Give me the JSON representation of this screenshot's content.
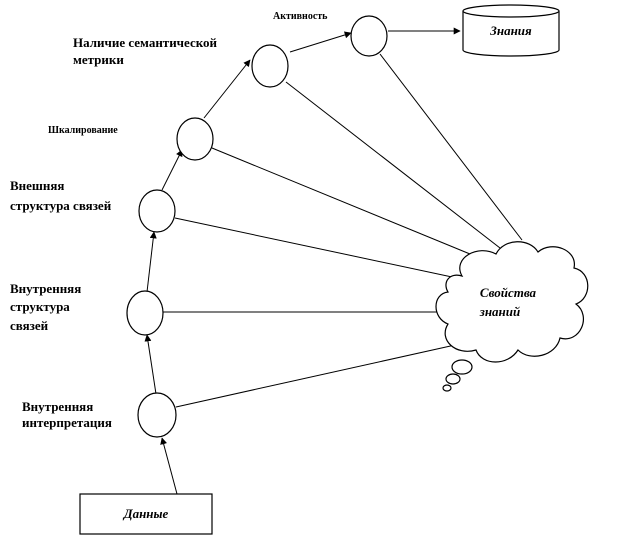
{
  "nodes": {
    "internal_interpretation": "Внутренняя интерпретация",
    "internal_structure_line1": "Внутренняя",
    "internal_structure_line2": "структура",
    "internal_structure_line3": "связей",
    "external_structure_line1": "Внешняя",
    "external_structure_line2": "структура связей",
    "scaling": "Шкалирование",
    "semantic_metric_line1": "Наличие семантической",
    "semantic_metric_line2": "метрики",
    "activity": "Активность",
    "internal_interpretation_line1": "Внутренняя",
    "internal_interpretation_line2": "интерпретация"
  },
  "data_box": "Данные",
  "knowledge_db": "Знания",
  "cloud_line1": "Свойства",
  "cloud_line2": "знаний"
}
